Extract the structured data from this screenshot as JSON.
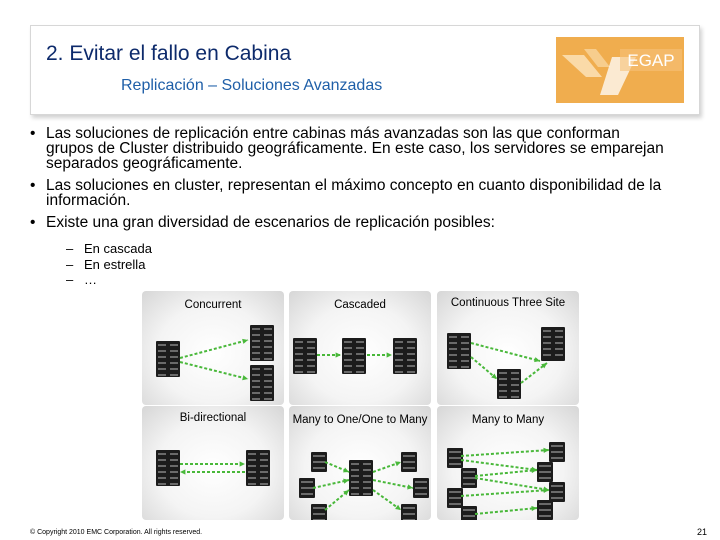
{
  "header": {
    "title": "2. Evitar el fallo en Cabina",
    "subtitle": "Replicación – Soluciones Avanzadas",
    "logo_text": "EGAP"
  },
  "bullets": [
    "Las soluciones de replicación entre cabinas más avanzadas son las que conforman grupos de Cluster distribuido geográficamente. En este caso, los servidores se emparejan separados geográficamente.",
    "Las soluciones en cluster, representan el máximo concepto en cuanto disponibilidad de la información.",
    "Existe una gran diversidad de escenarios de replicación posibles:"
  ],
  "sub_bullets": [
    "En cascada",
    "En estrella",
    "…"
  ],
  "bullet_symbol": "•",
  "dash_symbol": "–",
  "diagrams": {
    "concurrent": "Concurrent",
    "cascaded": "Cascaded",
    "continuous": "Continuous Three Site",
    "bidirectional": "Bi-directional",
    "many_to_one": "Many to One/One to Many",
    "many_to_many": "Many to Many"
  },
  "footer": {
    "copyright": "© Copyright 2010 EMC Corporation. All rights reserved.",
    "page_number": "21"
  },
  "colors": {
    "title": "#0d2a6b",
    "subtitle": "#1f5fa8",
    "logo_bg": "#f0ad4e",
    "arrow": "#49b83a",
    "server": "#1c1c1c"
  }
}
